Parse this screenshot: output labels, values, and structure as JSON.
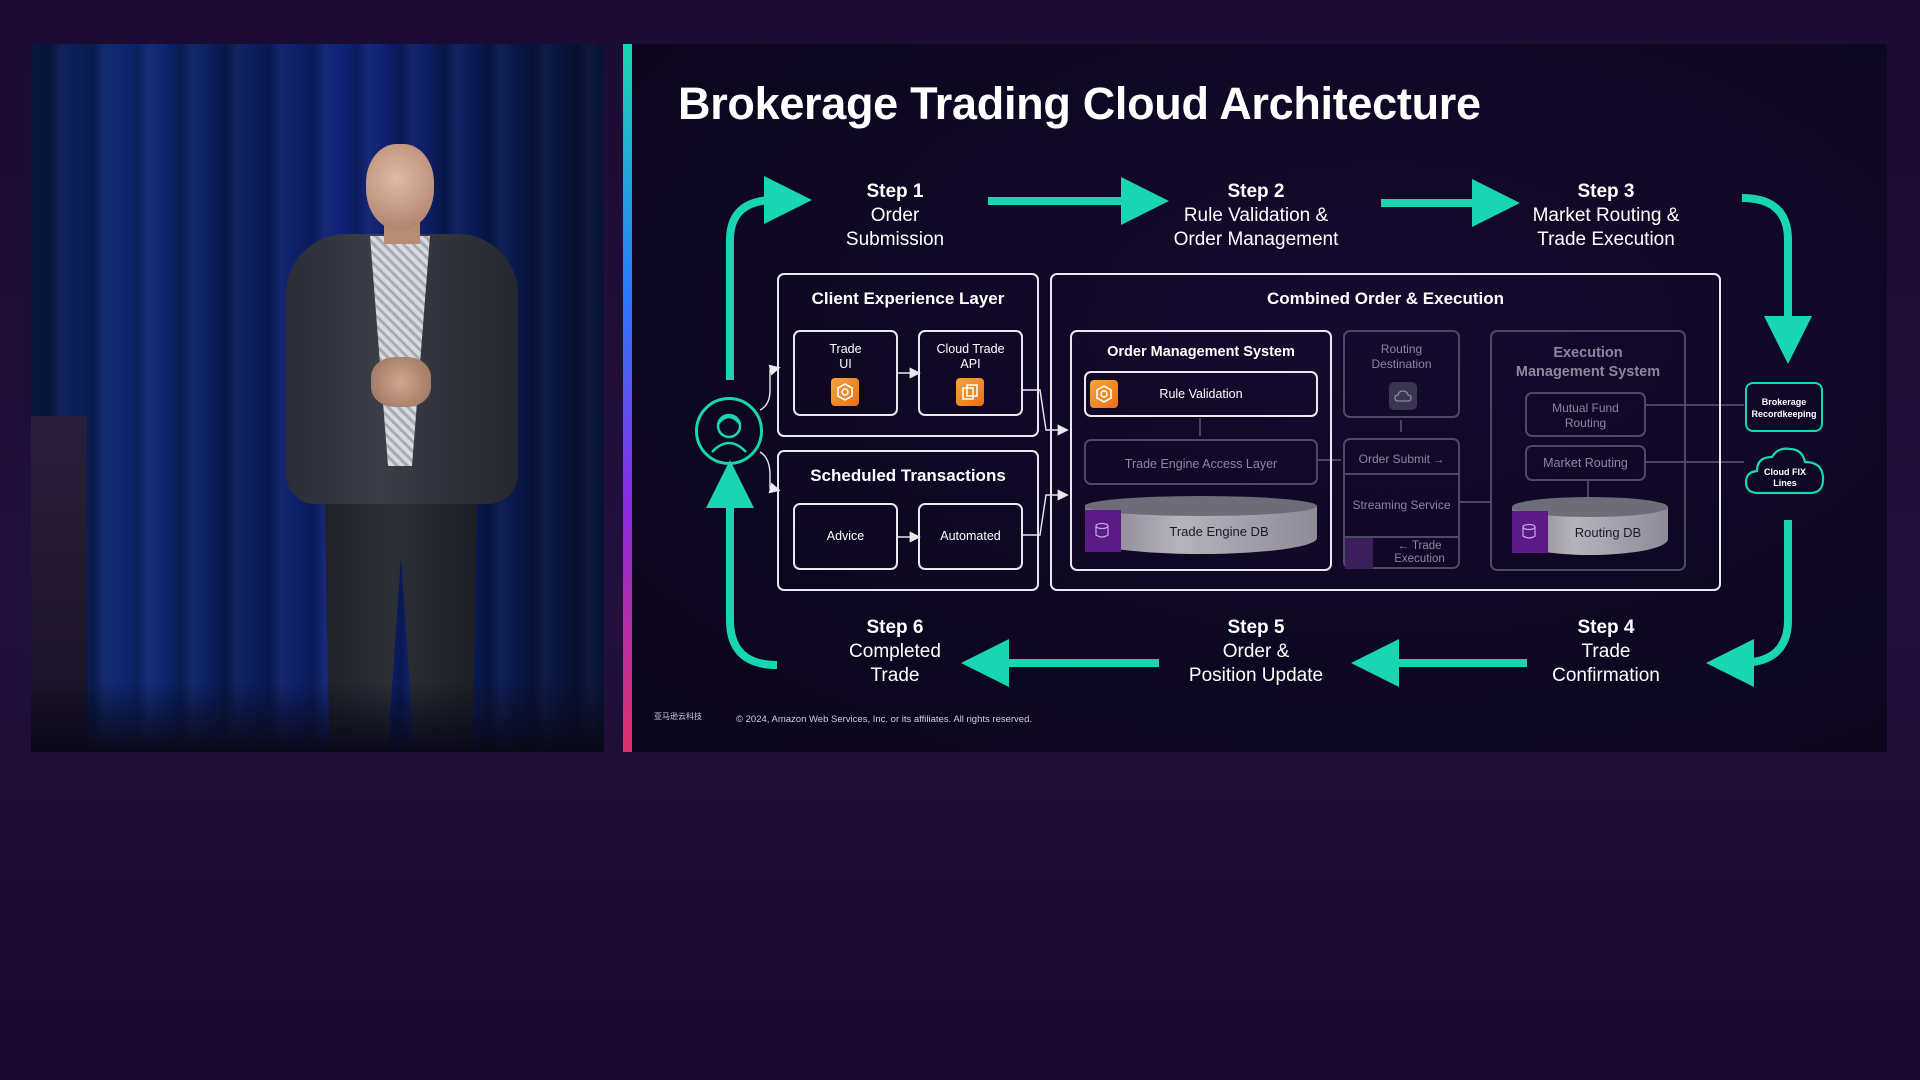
{
  "slide": {
    "title": "Brokerage Trading Cloud Architecture",
    "steps": [
      {
        "num": "Step 1",
        "line1": "Order",
        "line2": "Submission"
      },
      {
        "num": "Step 2",
        "line1": "Rule Validation &",
        "line2": "Order Management"
      },
      {
        "num": "Step 3",
        "line1": "Market Routing &",
        "line2": "Trade Execution"
      },
      {
        "num": "Step 4",
        "line1": "Trade",
        "line2": "Confirmation"
      },
      {
        "num": "Step 5",
        "line1": "Order &",
        "line2": "Position Update"
      },
      {
        "num": "Step 6",
        "line1": "Completed",
        "line2": "Trade"
      }
    ],
    "client_layer": {
      "title": "Client Experience Layer",
      "trade_ui_l1": "Trade",
      "trade_ui_l2": "UI",
      "cloud_api_l1": "Cloud Trade",
      "cloud_api_l2": "API"
    },
    "scheduled": {
      "title": "Scheduled Transactions",
      "advice": "Advice",
      "automated": "Automated"
    },
    "combined": {
      "title": "Combined Order & Execution",
      "oms": {
        "title": "Order Management System",
        "rule_validation": "Rule Validation",
        "access_layer": "Trade Engine Access Layer",
        "db": "Trade Engine DB"
      },
      "routing_destination_l1": "Routing",
      "routing_destination_l2": "Destination",
      "order_submit": "Order Submit",
      "streaming_service": "Streaming Service",
      "trade_execution_l1": "Trade",
      "trade_execution_l2": "Execution",
      "ems": {
        "title_l1": "Execution",
        "title_l2": "Management System",
        "mutual_fund_l1": "Mutual Fund",
        "mutual_fund_l2": "Routing",
        "market_routing": "Market Routing",
        "db": "Routing DB"
      }
    },
    "external": {
      "recordkeeping_l1": "Brokerage",
      "recordkeeping_l2": "Recordkeeping",
      "fix_l1": "Cloud FIX",
      "fix_l2": "Lines"
    },
    "footer": "© 2024, Amazon Web Services, Inc. or its affiliates. All rights reserved.",
    "logo": "亚马逊云科技"
  },
  "colors": {
    "accent": "#19d6b2",
    "aws_orange": "#f08a24",
    "db_purple": "#5b1b86"
  }
}
